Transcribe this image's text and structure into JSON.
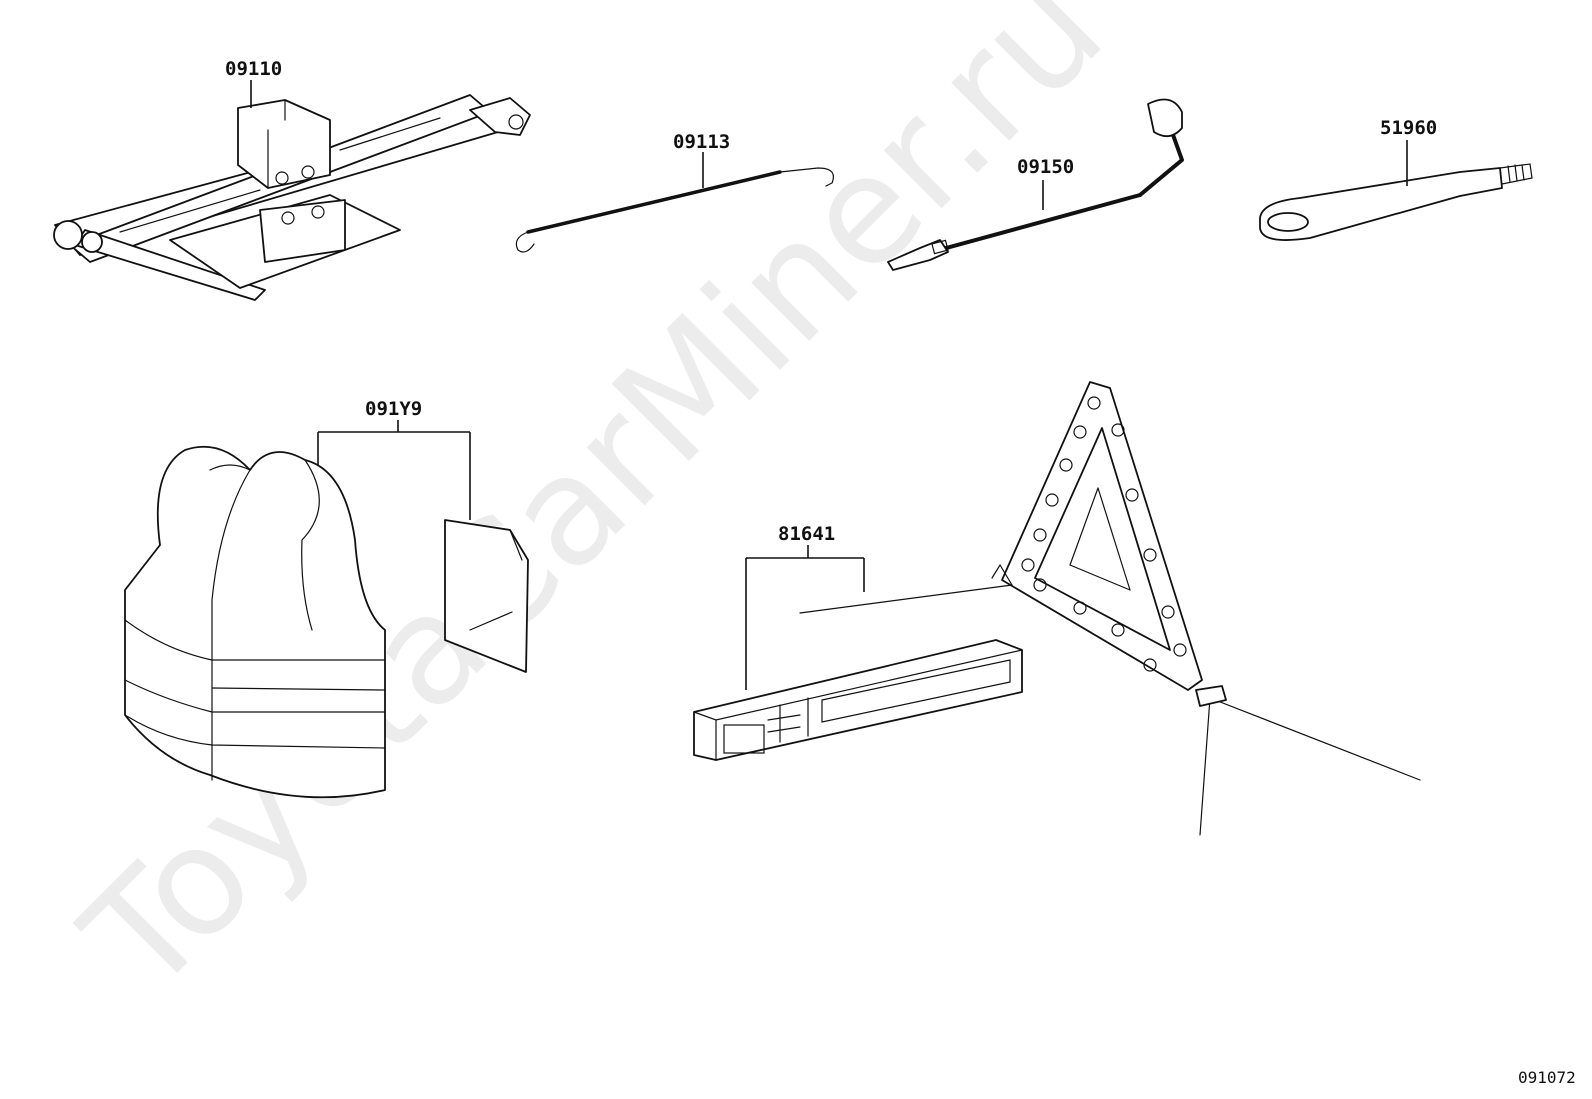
{
  "watermark": "ToyotaCarMiner.ru",
  "diagram_id": "091072",
  "parts": {
    "jack": "09110",
    "jack_handle": "09113",
    "wheel_wrench": "09150",
    "towing_eye": "51960",
    "safety_vest_kit": "091Y9",
    "warning_triangle": "81641"
  }
}
